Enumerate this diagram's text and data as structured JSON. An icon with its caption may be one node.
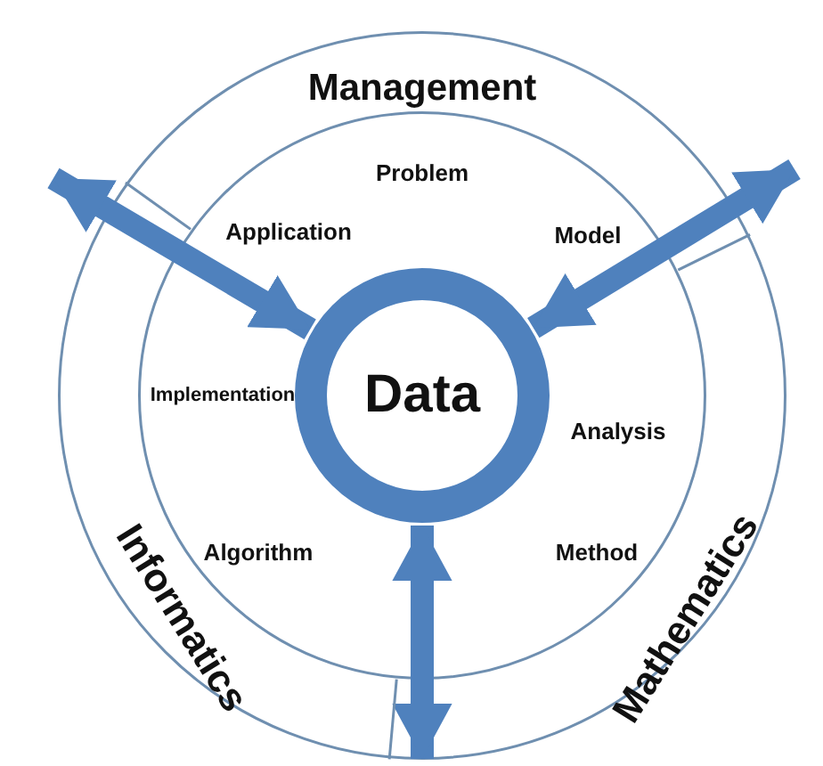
{
  "diagram": {
    "nodes": [
      {
        "text": [
          "Management",
          "Informatics",
          "Mathematics"
        ]
      },
      {
        "text": [
          "Problem",
          "Application",
          "Model",
          "Implementation",
          "Analysis",
          "Algorithm",
          "Method"
        ],
        "in": 0
      },
      {
        "text": [
          "Data"
        ],
        "in": 1
      }
    ],
    "edges": [
      {
        "from": 2,
        "to": null,
        "arrow": "both"
      },
      {
        "from": 2,
        "to": null,
        "arrow": "both"
      },
      {
        "from": 2,
        "to": null,
        "arrow": "both"
      }
    ]
  }
}
